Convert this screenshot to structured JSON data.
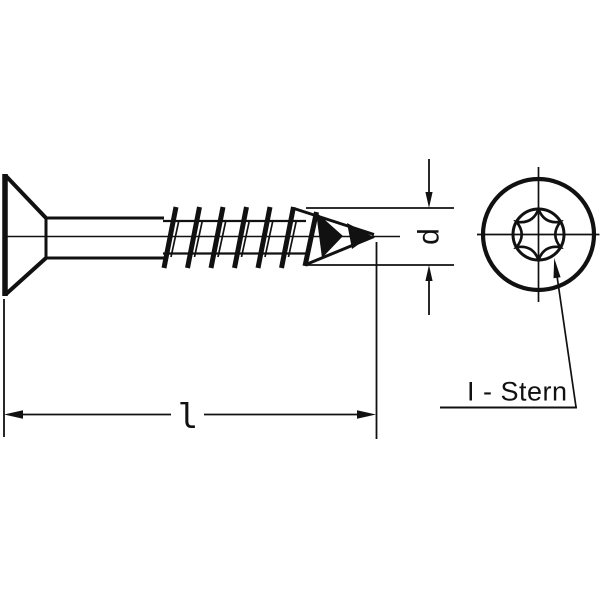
{
  "figure": {
    "type": "technical-drawing",
    "ink_color": "#111111",
    "background_color": "#ffffff",
    "labels": {
      "diameter": "d",
      "length": "l",
      "drive": "I - Stern"
    }
  }
}
